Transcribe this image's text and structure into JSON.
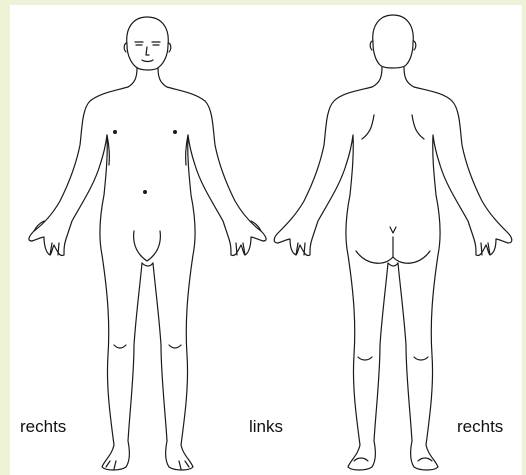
{
  "labels": {
    "front_side": "rechts",
    "middle": "links",
    "back_side": "rechts"
  },
  "colors": {
    "background": "#eef2d6",
    "panel": "#ffffff",
    "outline": "#1a1a1a"
  },
  "figures": {
    "front_icon": "human-body-front",
    "back_icon": "human-body-back"
  }
}
